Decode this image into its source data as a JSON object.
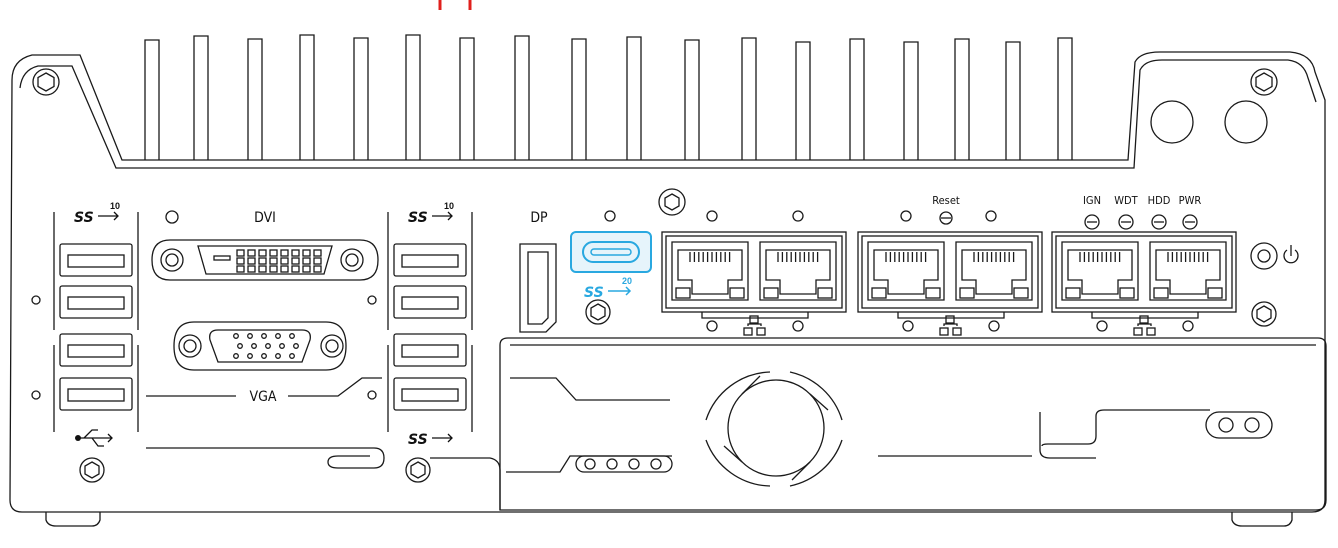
{
  "labels": {
    "dvi": "DVI",
    "vga": "VGA",
    "dp": "DP",
    "reset": "Reset",
    "ign": "IGN",
    "wdt": "WDT",
    "hdd": "HDD",
    "pwr": "PWR"
  },
  "usb_logos": {
    "left_top": {
      "text": "SS",
      "speed": "10"
    },
    "mid_top": {
      "text": "SS",
      "speed": "10"
    },
    "mid_bottom": {
      "text": "SS"
    },
    "typec": {
      "text": "SS",
      "speed": "20"
    }
  },
  "colors": {
    "line": "#1a1a1a",
    "highlight": "#29a8e0",
    "highlight_fill": "#e6f4fb",
    "accent_red": "#e0201c"
  }
}
